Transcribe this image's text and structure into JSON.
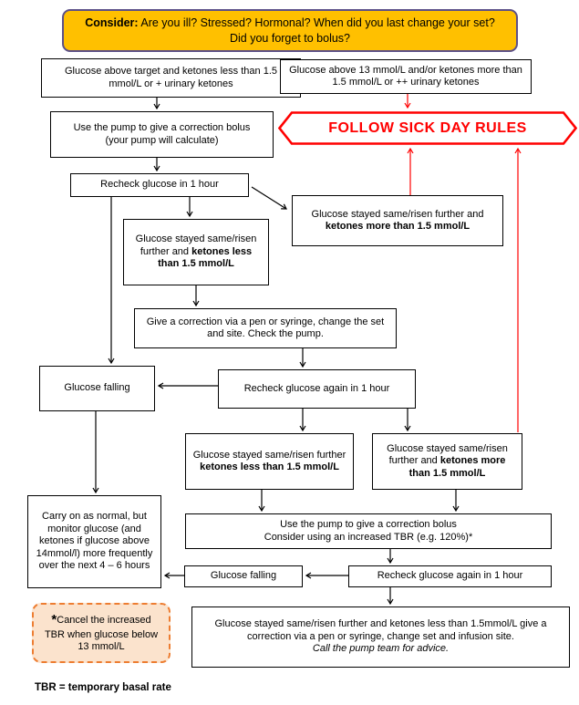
{
  "banner": {
    "lead": "Consider:",
    "rest": " Are you ill? Stressed? Hormonal? When did you last change your set? Did you forget to bolus?"
  },
  "boxes": {
    "glucose_above_target": {
      "text": "Glucose above target and ketones less than 1.5 mmol/L or + urinary ketones"
    },
    "glucose_above_13": {
      "text": "Glucose above 13 mmol/L and/or ketones more than 1.5 mmol/L or ++ urinary ketones"
    },
    "pump_correction": {
      "line1": "Use the pump to give a correction bolus",
      "line2": "(your pump will calculate)"
    },
    "sick_day_rules": {
      "text": "FOLLOW SICK DAY RULES"
    },
    "recheck_1h": {
      "text": "Recheck glucose in 1 hour"
    },
    "same_ketones_more_top": {
      "normal": "Glucose stayed same/risen further and ",
      "bold": "ketones more than 1.5 mmol/L"
    },
    "same_ketones_less_mid": {
      "normal": "Glucose stayed same/risen further and ",
      "bold": "ketones less than 1.5 mmol/L"
    },
    "pen_correction": {
      "text": "Give a correction via a pen or syringe, change the set and site. Check the pump."
    },
    "glucose_falling_1": {
      "text": "Glucose falling"
    },
    "recheck_again_1": {
      "text": "Recheck glucose again in 1 hour"
    },
    "same_ketones_less_bottom": {
      "normal": "Glucose stayed same/risen further",
      "bold": "ketones less than 1.5 mmol/L"
    },
    "same_ketones_more_bottom": {
      "normal": "Glucose stayed same/risen further and ",
      "bold": "ketones more than 1.5 mmol/L"
    },
    "pump_tbr": {
      "line1": "Use the pump to give a correction bolus",
      "line2": "Consider using an increased TBR (e.g. 120%)*"
    },
    "glucose_falling_2": {
      "text": "Glucose falling"
    },
    "recheck_again_2": {
      "text": "Recheck glucose again in 1 hour"
    },
    "carry_on": {
      "text": "Carry on as normal, but monitor glucose (and ketones if glucose above 14mmol/l) more frequently over the next 4 – 6 hours"
    },
    "cancel_tbr": {
      "asterisk": "*",
      "text": "Cancel the increased TBR when glucose below 13 mmol/L"
    },
    "final_advice": {
      "main": "Glucose stayed same/risen further and ketones less than 1.5mmol/L give a correction via a pen or syringe, change set and infusion site.",
      "italic": "Call the pump team for advice."
    }
  },
  "footnote": "TBR = temporary basal rate",
  "colors": {
    "banner_fill": "#FFC000",
    "banner_border": "#5C5088",
    "alert_red": "#FF0000",
    "dashed_border": "#ED7D31",
    "dashed_fill": "#FBE3CD",
    "box_border": "#000000"
  }
}
